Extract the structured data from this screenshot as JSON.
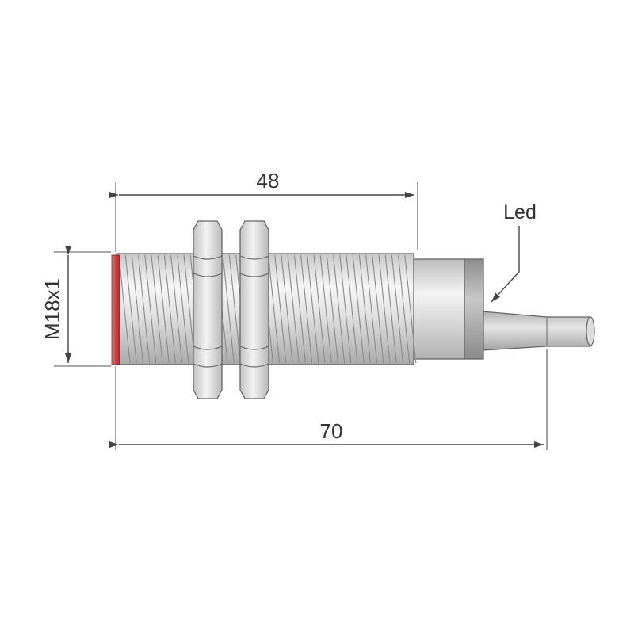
{
  "dimensions": {
    "body_length": "48",
    "total_length": "70",
    "thread": "M18x1"
  },
  "labels": {
    "led": "Led"
  },
  "colors": {
    "metal": "#d9d9d9",
    "metal_dark": "#a8a8a8",
    "face": "#e03b3b",
    "line": "#444444"
  }
}
